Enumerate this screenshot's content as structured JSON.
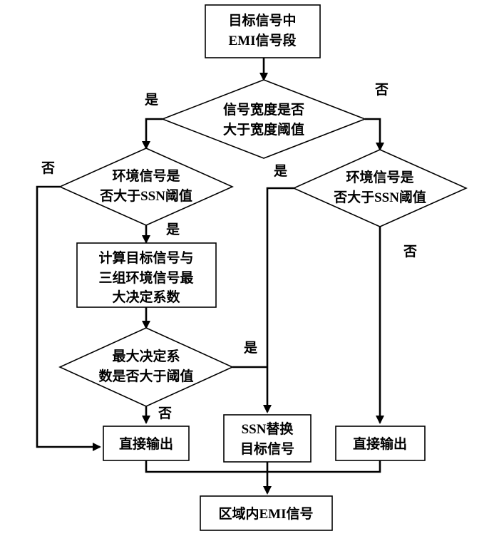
{
  "diagram": {
    "nodes": {
      "target_segment": [
        "目标信号中",
        "EMI信号段"
      ],
      "width_check": [
        "信号宽度是否",
        "大于宽度阈值"
      ],
      "env_check_left": [
        "环境信号是",
        "否大于SSN阈值"
      ],
      "env_check_right": [
        "环境信号是",
        "否大于SSN阈值"
      ],
      "compute": [
        "计算目标信号与",
        "三组环境信号最",
        "大决定系数"
      ],
      "max_coef_check": [
        "最大决定系",
        "数是否大于阈值"
      ],
      "direct_output_left": [
        "直接输出"
      ],
      "ssn_replace": [
        "SSN替换",
        "目标信号"
      ],
      "direct_output_right": [
        "直接输出"
      ],
      "final_output": [
        "区域内EMI信号"
      ]
    },
    "edge_labels": {
      "width_yes": "是",
      "width_no": "否",
      "env_left_no": "否",
      "env_left_yes": "是",
      "env_right_yes": "是",
      "env_right_no": "否",
      "coef_yes": "是",
      "coef_no": "否"
    }
  }
}
